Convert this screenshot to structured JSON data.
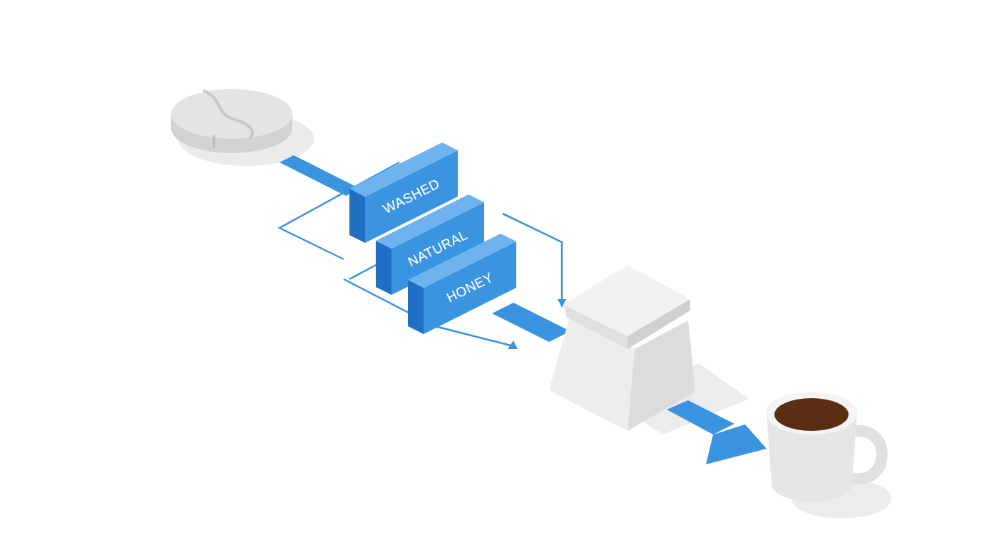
{
  "diagram": {
    "nodes": [
      {
        "text": [
          "WASHED"
        ]
      },
      {
        "text": [
          "NATURAL"
        ]
      },
      {
        "text": [
          "HONEY"
        ]
      }
    ]
  }
}
